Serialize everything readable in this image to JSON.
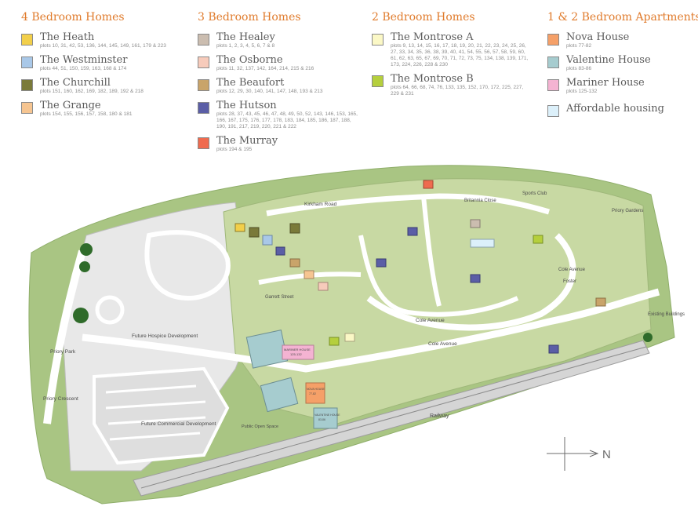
{
  "legend": {
    "four_bed": {
      "title": "4 Bedroom Homes",
      "items": [
        {
          "name": "The Heath",
          "plots": "plots 10, 31, 42, 53, 136, 144, 145, 149, 161, 179 & 223",
          "color": "#f2cf4a"
        },
        {
          "name": "The Westminster",
          "plots": "plots 44, 51, 150, 159, 163, 168 & 174",
          "color": "#a9c8e8"
        },
        {
          "name": "The Churchill",
          "plots": "plots 151, 160, 162, 169, 182, 189, 192 & 218",
          "color": "#7a7a3a"
        },
        {
          "name": "The Grange",
          "plots": "plots 154, 155, 156, 157, 158, 180 & 181",
          "color": "#f6c591"
        }
      ]
    },
    "three_bed": {
      "title": "3 Bedroom Homes",
      "items": [
        {
          "name": "The Healey",
          "plots": "plots 1, 2, 3, 4, 5, 6, 7 & 8",
          "color": "#cbbdb0"
        },
        {
          "name": "The Osborne",
          "plots": "plots 11, 32, 137, 142, 164, 214, 215 & 216",
          "color": "#f7cbbb"
        },
        {
          "name": "The Beaufort",
          "plots": "plots 12, 29, 30, 140, 141, 147, 148, 193 & 213",
          "color": "#c9a46a"
        },
        {
          "name": "The Hutson",
          "plots": "plots 28, 37, 43, 45, 46, 47, 48, 49, 50, 52, 143, 146, 153, 165, 166, 167, 175, 176, 177, 178, 183, 184, 185, 186, 187, 188, 190, 191, 217, 219, 220, 221 & 222",
          "color": "#5b5ea6"
        },
        {
          "name": "The Murray",
          "plots": "plots 194 & 195",
          "color": "#ef6b4f"
        }
      ]
    },
    "two_bed": {
      "title": "2 Bedroom Homes",
      "items": [
        {
          "name": "The Montrose A",
          "plots": "plots 9, 13, 14, 15, 16, 17, 18, 19, 20, 21, 22, 23, 24, 25, 26, 27, 33, 34, 35, 36, 38, 39, 40, 41, 54, 55, 56, 57, 58, 59, 60, 61, 62, 63, 65, 67, 69, 70, 71, 72, 73, 75, 134, 138, 139, 171, 173, 224, 226, 228 & 230",
          "color": "#fbf8c6"
        },
        {
          "name": "The Montrose B",
          "plots": "plots 64, 66, 68, 74, 76, 133, 135, 152, 170, 172, 225, 227, 229 & 231",
          "color": "#b5cf3d"
        }
      ]
    },
    "apartments": {
      "title": "1 & 2 Bedroom Apartments",
      "items": [
        {
          "name": "Nova House",
          "plots": "plots 77-82",
          "color": "#f5a068"
        },
        {
          "name": "Valentine House",
          "plots": "plots 83-86",
          "color": "#a6cccf"
        },
        {
          "name": "Mariner House",
          "plots": "plots 125-132",
          "color": "#f4b3d2"
        },
        {
          "name": "Affordable housing",
          "plots": "",
          "color": "#dcf0fa"
        }
      ]
    }
  },
  "map": {
    "roads": {
      "kirkham": "Kirkham Road",
      "garrett": "Garrett Street",
      "cole": "Cole Avenue",
      "cole2": "Cole Avenue",
      "britannia": "Britannia Close",
      "priory_park": "Priory Park",
      "priory_crescent": "Priory Crescent",
      "railway": "Railway",
      "cole_avenue_east": "Cole Avenue",
      "foster": "Foster",
      "priory_gardens": "Priory Gardens"
    },
    "areas": {
      "sports_club": "Sports Club",
      "hospice": "Future Hospice Development",
      "commercial": "Future Commercial Development",
      "existing": "Existing Buildings",
      "public_open_space": "Public Open Space",
      "mariner": "MARINER HOUSE",
      "mariner_plots": "125-132",
      "nova": "NOVA HOUSE",
      "nova_plots": "77-82",
      "valentine": "VALENTINE HOUSE",
      "valentine_plots": "83-86"
    },
    "compass": "N"
  }
}
